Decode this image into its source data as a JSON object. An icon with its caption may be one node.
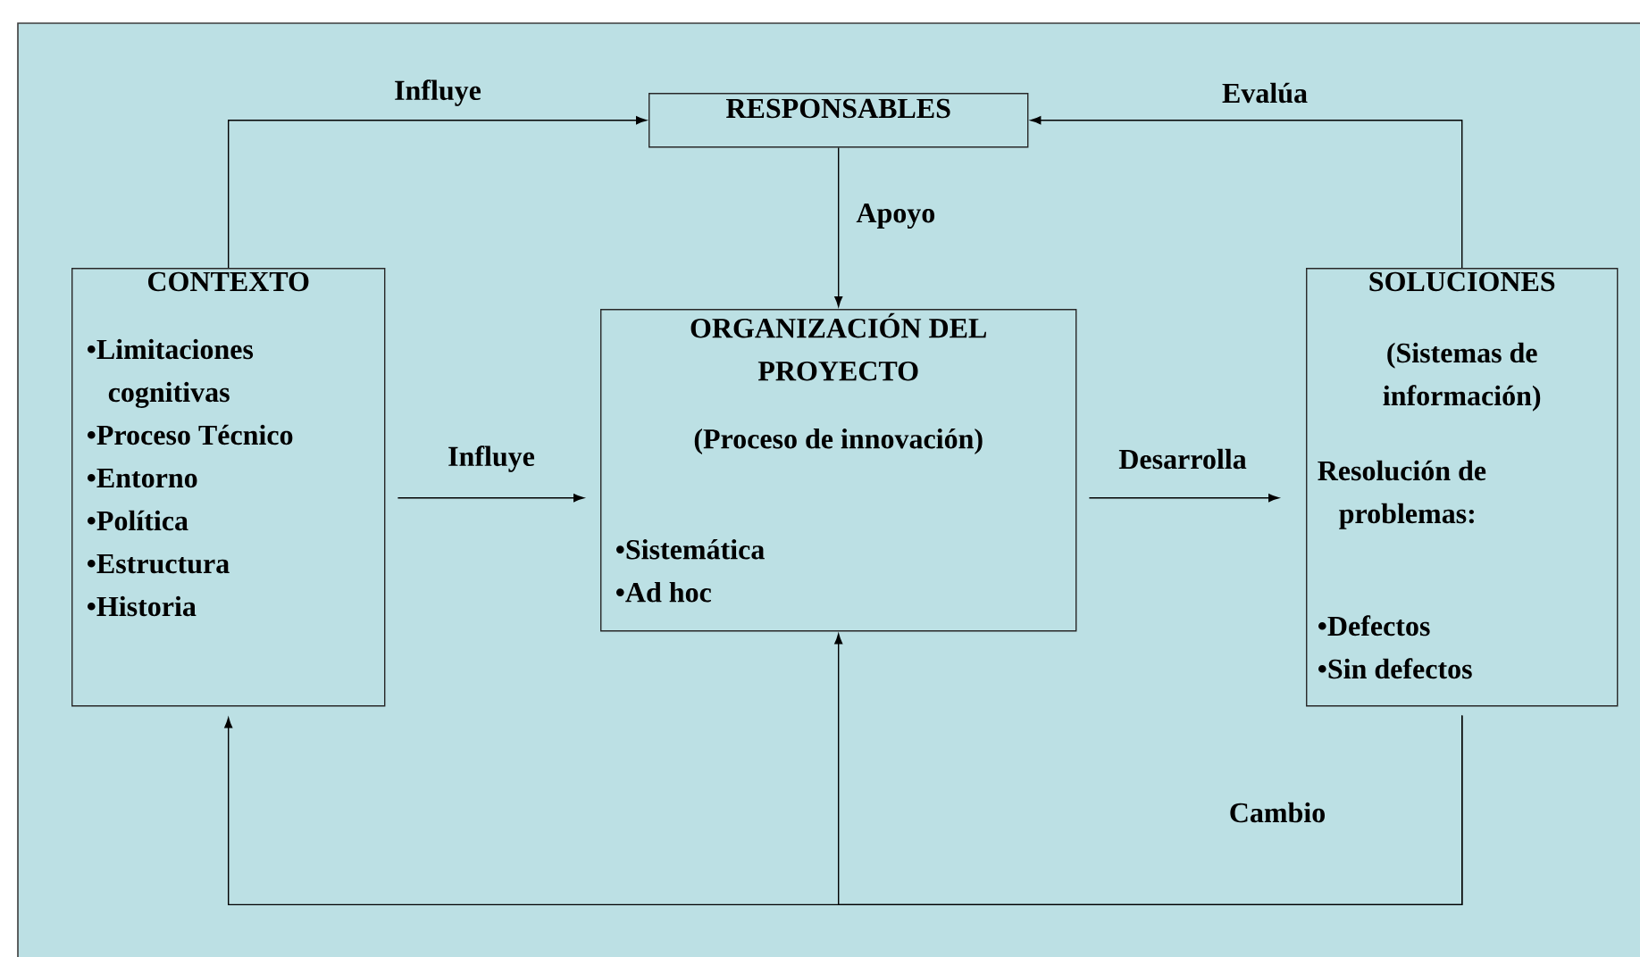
{
  "diagram": {
    "nodes": [
      {
        "text": [
          "RESPONSABLES"
        ]
      },
      {
        "text": [
          "CONTEXTO",
          "•Limitaciones cognitivas",
          "•Proceso Técnico",
          "•Entorno",
          "•Política",
          "•Estructura",
          "•Historia"
        ]
      },
      {
        "text": [
          "ORGANIZACIÓN DEL PROYECTO",
          "(Proceso de innovación)",
          "•Sistemática",
          "•Ad hoc"
        ]
      },
      {
        "text": [
          "SOLUCIONES",
          "(Sistemas de información)",
          "Resolución de problemas:",
          "•Defectos",
          "•Sin defectos"
        ]
      }
    ],
    "edges": [
      {
        "from": 1,
        "to": 0,
        "arrow": "to",
        "label": "Influye"
      },
      {
        "from": 3,
        "to": 0,
        "arrow": "to",
        "label": "Evalúa"
      },
      {
        "from": 0,
        "to": 2,
        "arrow": "to",
        "label": "Apoyo"
      },
      {
        "from": 1,
        "to": 2,
        "arrow": "to",
        "label": "Influye"
      },
      {
        "from": 2,
        "to": 3,
        "arrow": "to",
        "label": "Desarrolla"
      },
      {
        "from": 3,
        "to": 1,
        "arrow": "to",
        "label": "Cambio"
      },
      {
        "from": 3,
        "to": 2,
        "arrow": "to"
      }
    ]
  }
}
